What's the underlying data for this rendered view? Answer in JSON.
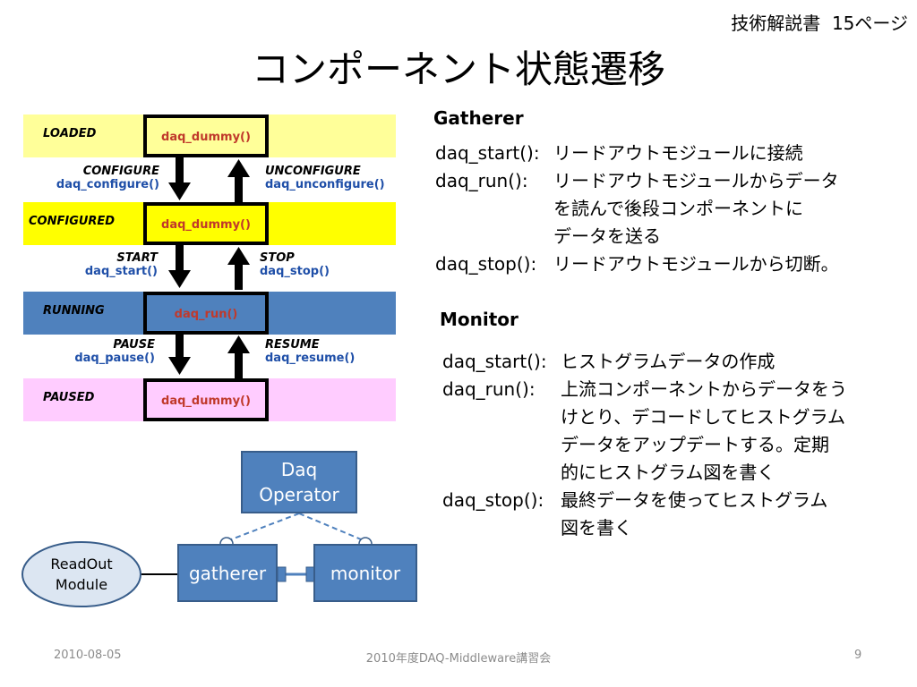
{
  "header": {
    "doc": "技術解説書",
    "page": "15ページ"
  },
  "title": "コンポーネント状態遷移",
  "colors": {
    "loaded": "#ffff99",
    "configured": "#ffff00",
    "running": "#4f81bd",
    "paused": "#ffccff",
    "fn_blue": "#1f4fa8",
    "state_red": "#c0392b"
  },
  "states": [
    {
      "label": "LOADED",
      "func": "daq_dummy()"
    },
    {
      "label": "CONFIGURED",
      "func": "daq_dummy()"
    },
    {
      "label": "RUNNING",
      "func": "daq_run()"
    },
    {
      "label": "PAUSED",
      "func": "daq_dummy()"
    }
  ],
  "transitions": [
    {
      "down_event": "CONFIGURE",
      "down_func": "daq_configure()",
      "up_event": "UNCONFIGURE",
      "up_func": "daq_unconfigure()"
    },
    {
      "down_event": "START",
      "down_func": "daq_start()",
      "up_event": "STOP",
      "up_func": "daq_stop()"
    },
    {
      "down_event": "PAUSE",
      "down_func": "daq_pause()",
      "up_event": "RESUME",
      "up_func": "daq_resume()"
    }
  ],
  "gatherer": {
    "heading": "Gatherer",
    "rows": [
      {
        "key": "daq_start():",
        "lines": [
          "リードアウトモジュールに接続"
        ]
      },
      {
        "key": "daq_run():",
        "lines": [
          "リードアウトモジュールからデータ",
          "を読んで後段コンポーネントに",
          "データを送る"
        ]
      },
      {
        "key": "daq_stop():",
        "lines": [
          "リードアウトモジュールから切断。"
        ]
      }
    ]
  },
  "monitor": {
    "heading": "Monitor",
    "rows": [
      {
        "key": "daq_start():",
        "lines": [
          "ヒストグラムデータの作成"
        ]
      },
      {
        "key": "daq_run():",
        "lines": [
          "上流コンポーネントからデータをう",
          "けとり、デコードしてヒストグラム",
          "データをアップデートする。定期",
          "的にヒストグラム図を書く"
        ]
      },
      {
        "key": "daq_stop():",
        "lines": [
          "最終データを使ってヒストグラム",
          "図を書く"
        ]
      }
    ]
  },
  "diagram": {
    "operator_line1": "Daq",
    "operator_line2": "Operator",
    "readout_line1": "ReadOut",
    "readout_line2": "Module",
    "gatherer": "gatherer",
    "monitor": "monitor"
  },
  "footer": {
    "date": "2010-08-05",
    "event": "2010年度DAQ-Middleware講習会",
    "page_number": "9"
  }
}
